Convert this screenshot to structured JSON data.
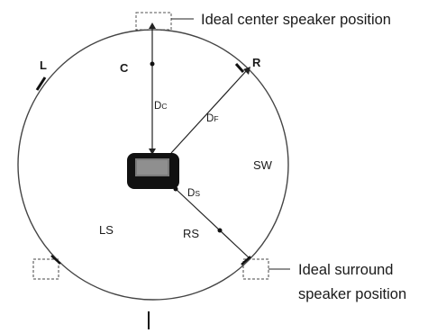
{
  "labels": {
    "left": "L",
    "center": "C",
    "right": "R",
    "subwoofer": "SW",
    "left_surround": "LS",
    "right_surround": "RS"
  },
  "distances": {
    "center": {
      "main": "D",
      "sub": "C"
    },
    "front": {
      "main": "D",
      "sub": "F"
    },
    "surround": {
      "main": "D",
      "sub": "S"
    }
  },
  "callouts": {
    "center_position": "Ideal center speaker position",
    "surround_position_line1": "Ideal surround",
    "surround_position_line2": "speaker position"
  }
}
